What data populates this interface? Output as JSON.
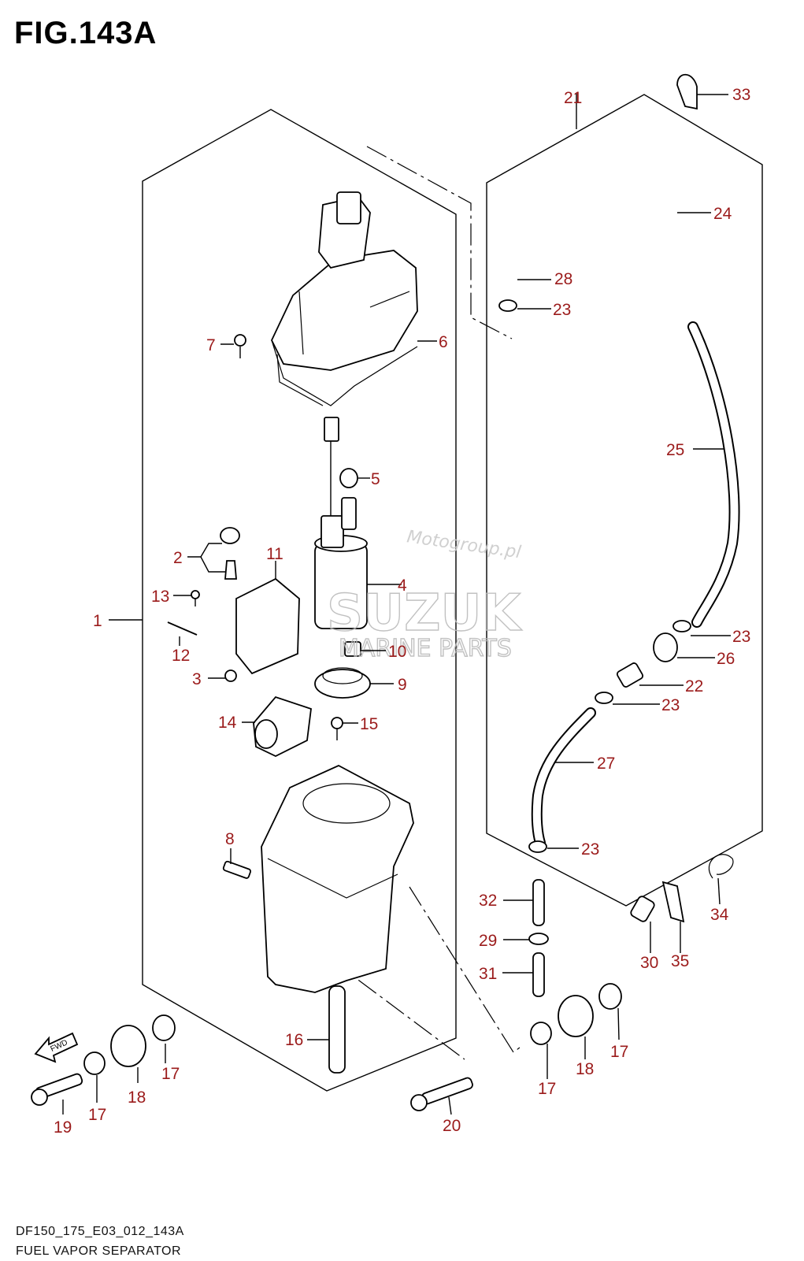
{
  "figure": {
    "title": "FIG.143A"
  },
  "footer": {
    "code": "DF150_175_E03_012_143A",
    "name": "FUEL VAPOR SEPARATOR"
  },
  "watermark": {
    "line1": "Motogroup.pl",
    "line2": "SUZUK",
    "line3": "MARINE PARTS"
  },
  "fwd_arrow": {
    "label": "FWD"
  },
  "labels": {
    "p1": "1",
    "p2": "2",
    "p3": "3",
    "p4": "4",
    "p5": "5",
    "p6": "6",
    "p7": "7",
    "p8": "8",
    "p9": "9",
    "p10": "10",
    "p11": "11",
    "p12": "12",
    "p13": "13",
    "p14": "14",
    "p15": "15",
    "p16": "16",
    "p17a": "17",
    "p17b": "17",
    "p17c": "17",
    "p17d": "17",
    "p18a": "18",
    "p18b": "18",
    "p19": "19",
    "p20": "20",
    "p21": "21",
    "p22": "22",
    "p23a": "23",
    "p23b": "23",
    "p23c": "23",
    "p23d": "23",
    "p24": "24",
    "p25": "25",
    "p26": "26",
    "p27": "27",
    "p28": "28",
    "p29": "29",
    "p30": "30",
    "p31": "31",
    "p32": "32",
    "p33": "33",
    "p34": "34",
    "p35": "35"
  },
  "colors": {
    "label": "#9b1b1b",
    "line": "#000000"
  }
}
